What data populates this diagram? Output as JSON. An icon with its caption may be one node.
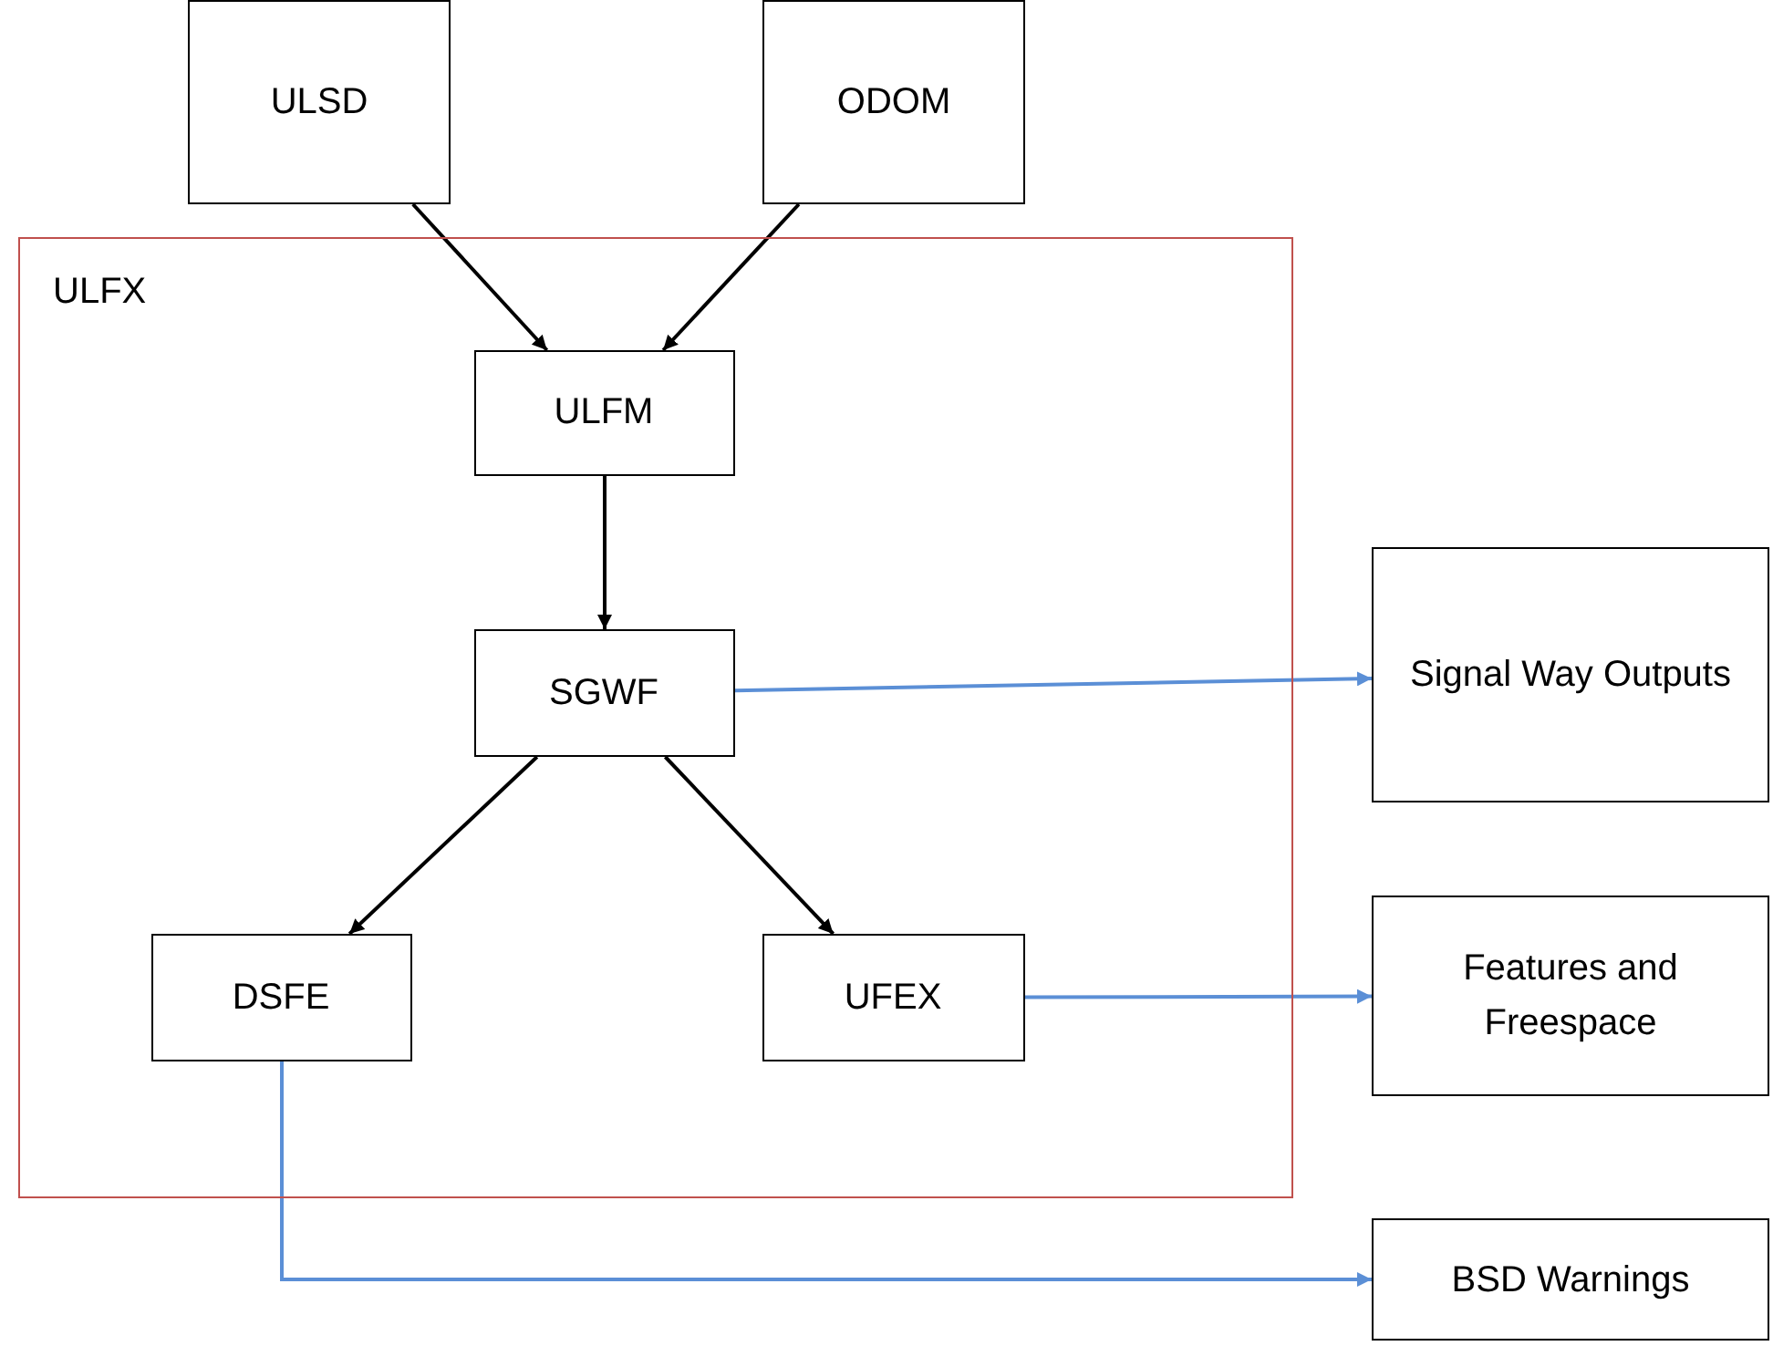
{
  "diagram": {
    "nodes": [
      {
        "text": [
          "ULSD"
        ]
      },
      {
        "text": [
          "ODOM"
        ]
      },
      {
        "text": [
          "ULFX"
        ]
      },
      {
        "text": [
          "ULFM"
        ],
        "in": 2
      },
      {
        "text": [
          "SGWF"
        ],
        "in": 2
      },
      {
        "text": [
          "DSFE"
        ],
        "in": 2
      },
      {
        "text": [
          "UFEX"
        ],
        "in": 2
      },
      {
        "text": [
          "Signal Way Outputs"
        ]
      },
      {
        "text": [
          "Features and Freespace"
        ]
      },
      {
        "text": [
          "BSD Warnings"
        ]
      }
    ],
    "edges": [
      {
        "from": 0,
        "to": 3,
        "arrow": "to"
      },
      {
        "from": 1,
        "to": 3,
        "arrow": "to"
      },
      {
        "from": 3,
        "to": 4,
        "arrow": "to"
      },
      {
        "from": 4,
        "to": 5,
        "arrow": "to"
      },
      {
        "from": 4,
        "to": 6,
        "arrow": "to"
      },
      {
        "from": 4,
        "to": 7,
        "arrow": "to",
        "color": "#5b8fd6"
      },
      {
        "from": 6,
        "to": 8,
        "arrow": "to",
        "color": "#5b8fd6"
      },
      {
        "from": 5,
        "to": 9,
        "arrow": "to",
        "color": "#5b8fd6"
      }
    ]
  }
}
